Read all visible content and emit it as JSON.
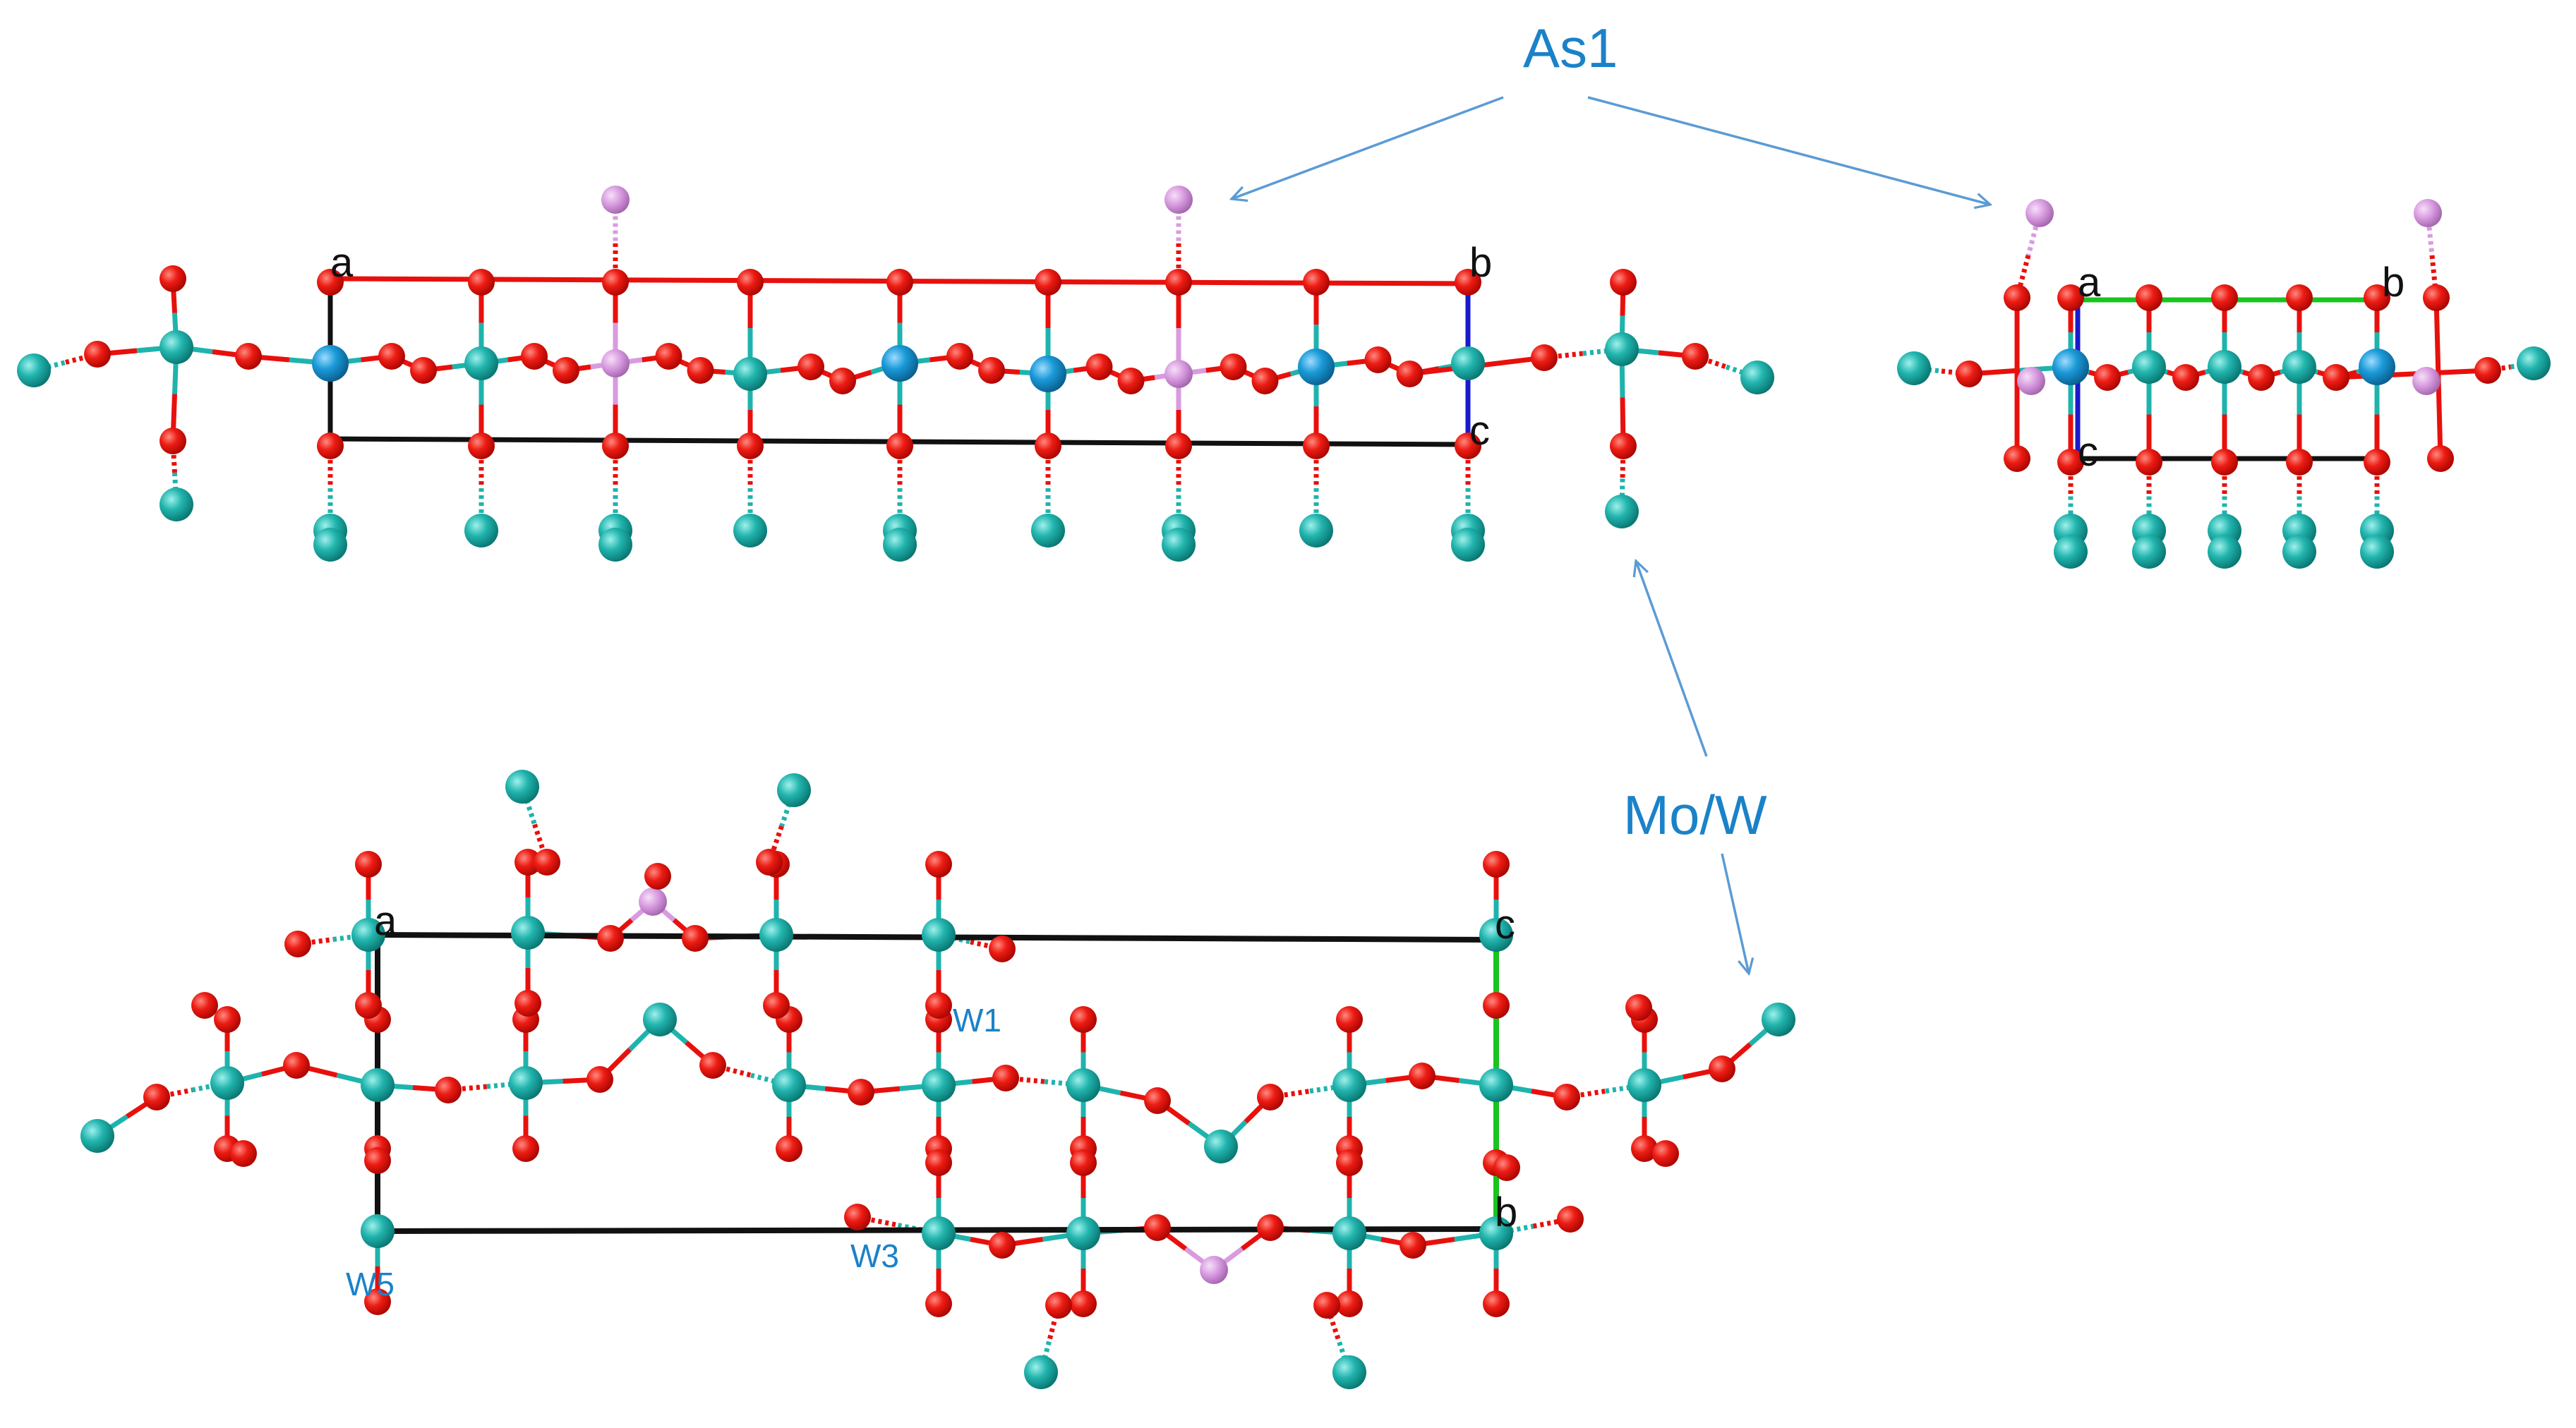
{
  "colors": {
    "oxygen": "#e8100c",
    "oxygen_dark": "#b00600",
    "metal": "#1fb3ad",
    "metal_dark": "#0a7b78",
    "metal_blue": "#1597d6",
    "arsenic": "#d99be0",
    "annotation": "#1a82c8",
    "axis_a": "#111111",
    "axis_b": "#19c41e",
    "axis_c": "#1a1acc",
    "cell_edge_red": "#e8100c"
  },
  "atom_types": [
    "oxygen",
    "metal",
    "arsenic"
  ],
  "annotations": {
    "as1": "As1",
    "mo_w": "Mo/W"
  },
  "site_labels": {
    "w1": "W1",
    "w3": "W3",
    "w5": "W5"
  },
  "views": {
    "top_left": {
      "a": "a",
      "b": "b",
      "c": "c"
    },
    "top_right": {
      "a": "a",
      "b": "b",
      "c": "c"
    },
    "bottom": {
      "a": "a",
      "b": "b",
      "c": "c"
    }
  }
}
